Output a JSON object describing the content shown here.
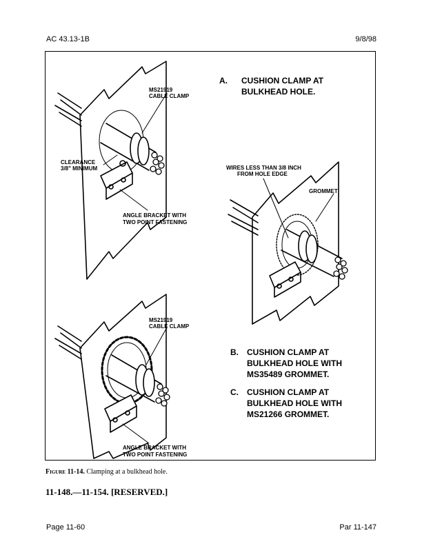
{
  "header": {
    "doc_id": "AC 43.13-1B",
    "date": "9/8/98"
  },
  "figure": {
    "label_word": "Figure",
    "label_num": "11-14.",
    "caption_text": "Clamping at a bulkhead hole.",
    "callouts": {
      "a_letter": "A.",
      "a_line1": "CUSHION CLAMP AT",
      "a_line2": "BULKHEAD HOLE.",
      "b_letter": "B.",
      "b_line1": "CUSHION CLAMP AT",
      "b_line2": "BULKHEAD HOLE WITH",
      "b_line3": "MS35489 GROMMET.",
      "c_letter": "C.",
      "c_line1": "CUSHION CLAMP AT",
      "c_line2": "BULKHEAD HOLE WITH",
      "c_line3": "MS21266 GROMMET.",
      "clamp_top_1": "MS21919",
      "clamp_top_2": "CABLE CLAMP",
      "clearance_1": "CLEARANCE",
      "clearance_2": "3/8\" MINIMUM",
      "bracket_top_1": "ANGLE BRACKET WITH",
      "bracket_top_2": "TWO POINT FASTENING",
      "wires_1": "WIRES LESS THAN 3/8 INCH",
      "wires_2": "FROM HOLE EDGE",
      "grommet": "GROMMET",
      "clamp_bot_1": "MS21919",
      "clamp_bot_2": "CABLE CLAMP",
      "bracket_bot_1": "ANGLE BRACKET WITH",
      "bracket_bot_2": "TWO POINT FASTENING"
    }
  },
  "section_reserved": "11-148.—11-154. [RESERVED.]",
  "footer": {
    "page": "Page 11-60",
    "par": "Par 11-147"
  }
}
